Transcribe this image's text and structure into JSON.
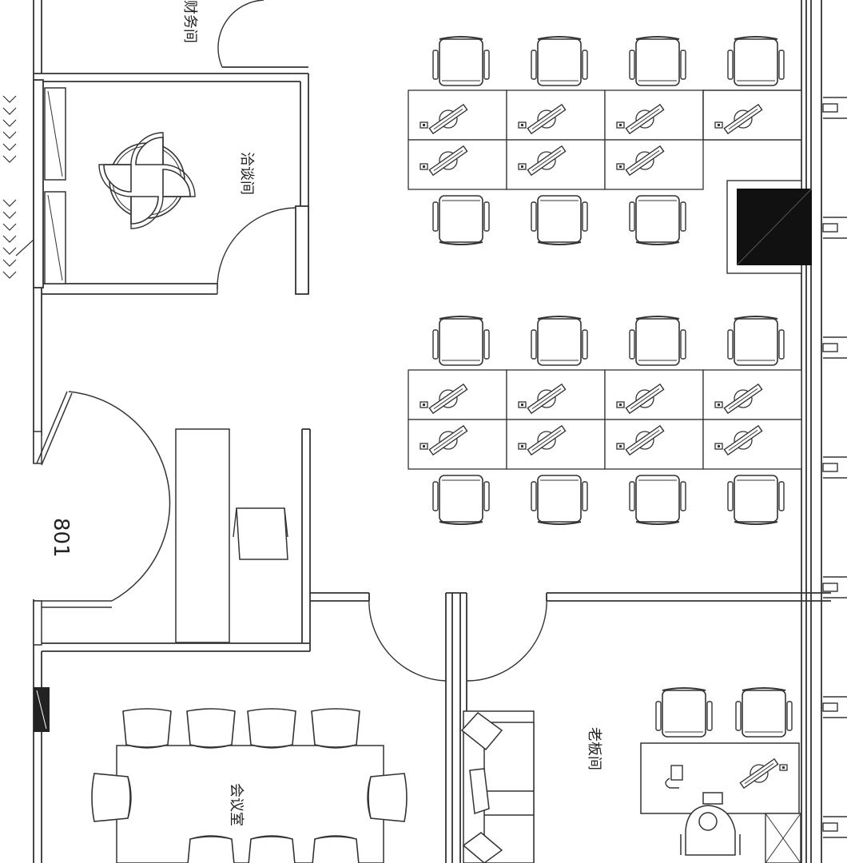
{
  "plan": {
    "rooms": {
      "finance": "财务间",
      "negotiation": "洽谈间",
      "meeting": "会议室",
      "boss": "老板间"
    },
    "door_number": "801"
  },
  "colors": {
    "line": "#333333",
    "fill": "#ffffff",
    "dark": "#111111"
  },
  "icons": [
    "window-vent-icon",
    "phone-icon",
    "computer-icon",
    "chair-icon",
    "sofa-icon",
    "plant-pillow-icon"
  ]
}
